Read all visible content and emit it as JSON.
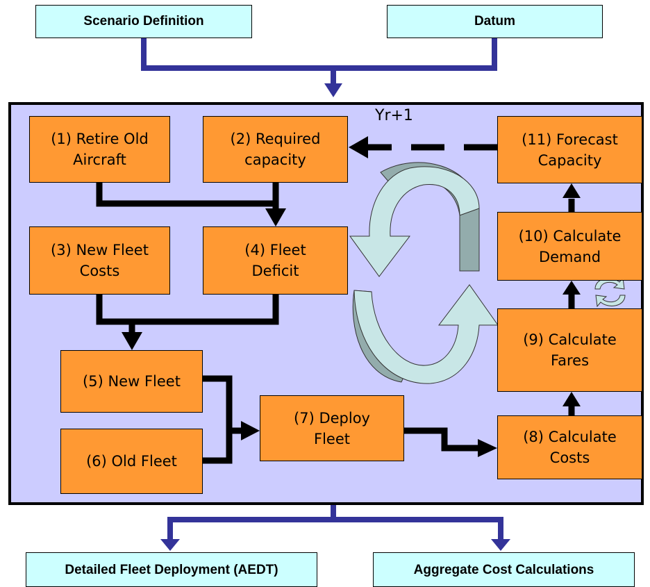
{
  "inputs": {
    "scenario": "Scenario Definition",
    "datum": "Datum"
  },
  "outputs": {
    "deployment": "Detailed Fleet Deployment (AEDT)",
    "costs": "Aggregate Cost Calculations"
  },
  "loop_label": "Yr+1",
  "nodes": {
    "n1": "(1) Retire Old\nAircraft",
    "n2": "(2) Required\ncapacity",
    "n3": "(3) New Fleet\nCosts",
    "n4": "(4) Fleet\nDeficit",
    "n5": "(5) New Fleet",
    "n6": "(6) Old Fleet",
    "n7": "(7) Deploy\nFleet",
    "n8": "(8) Calculate\nCosts",
    "n9": "(9) Calculate\nFares",
    "n10": "(10) Calculate\nDemand",
    "n11": "(11) Forecast\nCapacity"
  },
  "colors": {
    "input_fill": "#ccffff",
    "frame_fill": "#ccccff",
    "node_fill": "#ff9933",
    "blue_connector": "#333399",
    "cycle_arrow_front": "#c8e6e6",
    "cycle_arrow_back": "#93acac"
  }
}
